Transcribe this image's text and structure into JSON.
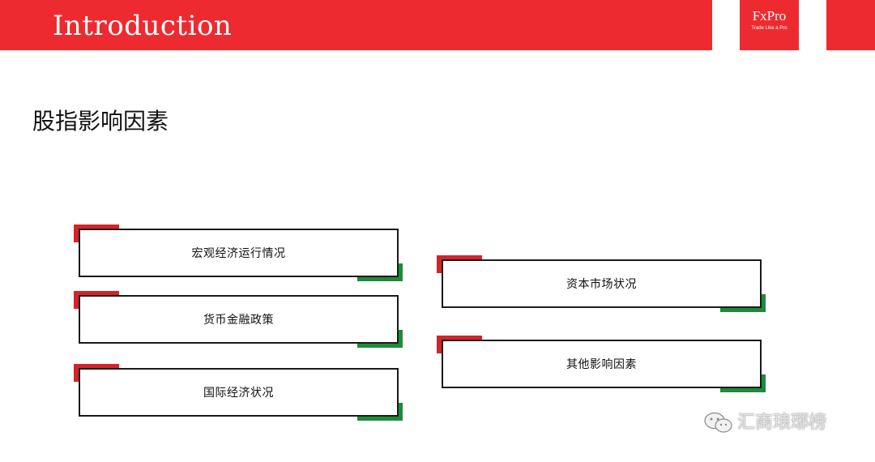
{
  "header": {
    "title": "Introduction",
    "logo": {
      "name": "FxPro",
      "tagline": "Trade Like a Pro"
    },
    "color": "#ee2a31"
  },
  "section": {
    "title": "股指影响因素"
  },
  "factors_left": [
    {
      "label": "宏观经济运行情况"
    },
    {
      "label": "货币金融政策"
    },
    {
      "label": "国际经济状况"
    }
  ],
  "factors_right": [
    {
      "label": "资本市场状况"
    },
    {
      "label": "其他影响因素"
    }
  ],
  "accent_colors": {
    "red": "#d5232a",
    "green": "#1f8a3b"
  },
  "watermark": {
    "icon": "wechat-icon",
    "text": "汇商琅琊榜"
  }
}
